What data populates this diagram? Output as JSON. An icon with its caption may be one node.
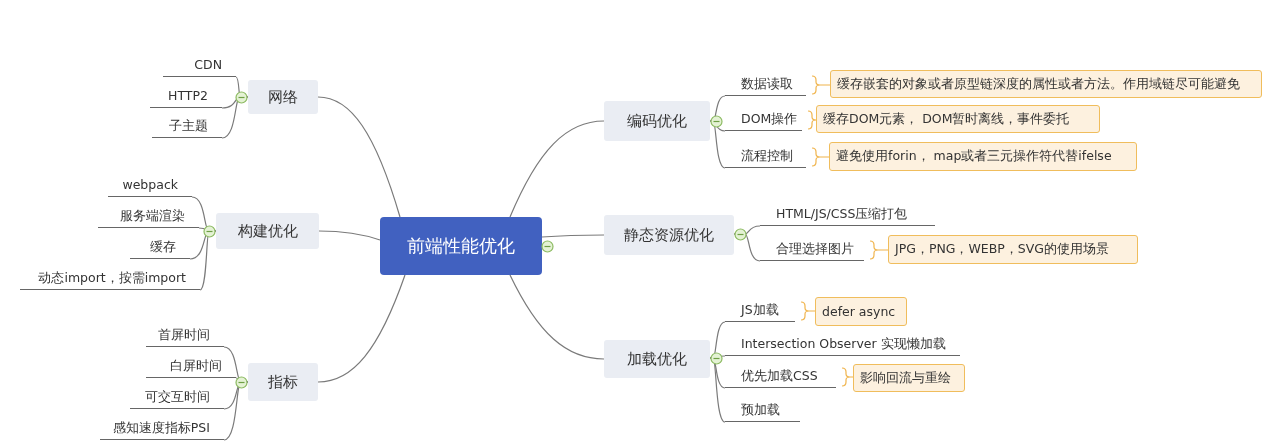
{
  "diagram": {
    "nodes": [
      {
        "text": [
          "前端性能优化"
        ]
      },
      {
        "text": [
          "网络"
        ]
      },
      {
        "text": [
          "CDN"
        ]
      },
      {
        "text": [
          "HTTP2"
        ]
      },
      {
        "text": [
          "子主题"
        ]
      },
      {
        "text": [
          "构建优化"
        ]
      },
      {
        "text": [
          "webpack"
        ]
      },
      {
        "text": [
          "服务端渲染"
        ]
      },
      {
        "text": [
          "缓存"
        ]
      },
      {
        "text": [
          "动态import，按需import"
        ]
      },
      {
        "text": [
          "指标"
        ]
      },
      {
        "text": [
          "首屏时间"
        ]
      },
      {
        "text": [
          "白屏时间"
        ]
      },
      {
        "text": [
          "可交互时间"
        ]
      },
      {
        "text": [
          "感知速度指标PSI"
        ]
      },
      {
        "text": [
          "编码优化"
        ]
      },
      {
        "text": [
          "数据读取"
        ]
      },
      {
        "text": [
          "缓存嵌套的对象或者原型链深度的属性或者方法。作用域链尽可能避免"
        ]
      },
      {
        "text": [
          "DOM操作"
        ]
      },
      {
        "text": [
          "缓存DOM元素， DOM暂时离线，事件委托"
        ]
      },
      {
        "text": [
          "流程控制"
        ]
      },
      {
        "text": [
          "避免使用forin， map或者三元操作符代替ifelse"
        ]
      },
      {
        "text": [
          "静态资源优化"
        ]
      },
      {
        "text": [
          "HTML/JS/CSS压缩打包"
        ]
      },
      {
        "text": [
          "合理选择图片"
        ]
      },
      {
        "text": [
          "JPG，PNG，WEBP，SVG的使用场景"
        ]
      },
      {
        "text": [
          "加载优化"
        ]
      },
      {
        "text": [
          "JS加载"
        ]
      },
      {
        "text": [
          "defer async"
        ]
      },
      {
        "text": [
          "Intersection Observer 实现懒加载"
        ]
      },
      {
        "text": [
          "优先加载CSS"
        ]
      },
      {
        "text": [
          "影响回流与重绘"
        ]
      },
      {
        "text": [
          "预加载"
        ]
      }
    ],
    "edges": [
      {
        "from": 0,
        "to": 1,
        "arrow": "none"
      },
      {
        "from": 0,
        "to": 5,
        "arrow": "none"
      },
      {
        "from": 0,
        "to": 10,
        "arrow": "none"
      },
      {
        "from": 0,
        "to": 15,
        "arrow": "none"
      },
      {
        "from": 0,
        "to": 22,
        "arrow": "none"
      },
      {
        "from": 0,
        "to": 26,
        "arrow": "none"
      },
      {
        "from": 1,
        "to": 2,
        "arrow": "none"
      },
      {
        "from": 1,
        "to": 3,
        "arrow": "none"
      },
      {
        "from": 1,
        "to": 4,
        "arrow": "none"
      },
      {
        "from": 5,
        "to": 6,
        "arrow": "none"
      },
      {
        "from": 5,
        "to": 7,
        "arrow": "none"
      },
      {
        "from": 5,
        "to": 8,
        "arrow": "none"
      },
      {
        "from": 5,
        "to": 9,
        "arrow": "none"
      },
      {
        "from": 10,
        "to": 11,
        "arrow": "none"
      },
      {
        "from": 10,
        "to": 12,
        "arrow": "none"
      },
      {
        "from": 10,
        "to": 13,
        "arrow": "none"
      },
      {
        "from": 10,
        "to": 14,
        "arrow": "none"
      },
      {
        "from": 15,
        "to": 16,
        "arrow": "none"
      },
      {
        "from": 15,
        "to": 18,
        "arrow": "none"
      },
      {
        "from": 15,
        "to": 20,
        "arrow": "none"
      },
      {
        "from": 16,
        "to": 17,
        "arrow": "none",
        "color": "#f0b44c"
      },
      {
        "from": 18,
        "to": 19,
        "arrow": "none",
        "color": "#f0b44c"
      },
      {
        "from": 20,
        "to": 21,
        "arrow": "none",
        "color": "#f0b44c"
      },
      {
        "from": 22,
        "to": 23,
        "arrow": "none"
      },
      {
        "from": 22,
        "to": 24,
        "arrow": "none"
      },
      {
        "from": 24,
        "to": 25,
        "arrow": "none",
        "color": "#f0b44c"
      },
      {
        "from": 26,
        "to": 27,
        "arrow": "none"
      },
      {
        "from": 26,
        "to": 29,
        "arrow": "none"
      },
      {
        "from": 26,
        "to": 30,
        "arrow": "none"
      },
      {
        "from": 26,
        "to": 32,
        "arrow": "none"
      },
      {
        "from": 27,
        "to": 28,
        "arrow": "none",
        "color": "#f0b44c"
      },
      {
        "from": 30,
        "to": 31,
        "arrow": "none",
        "color": "#f0b44c"
      }
    ]
  }
}
